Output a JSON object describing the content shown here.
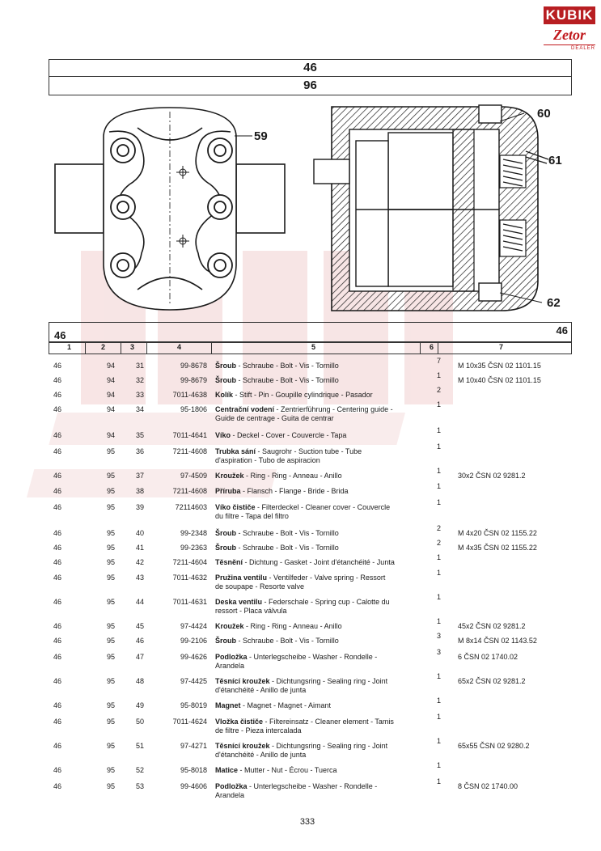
{
  "logo": {
    "brand": "KUBIK",
    "script": "Zetor",
    "sub": "DEALER"
  },
  "header": {
    "group": "46",
    "subgroup": "96"
  },
  "callouts": [
    "59",
    "60",
    "61",
    "62"
  ],
  "table": {
    "title_left": "46",
    "title_right": "46",
    "columns": [
      "1",
      "2",
      "3",
      "4",
      "5",
      "6",
      "7"
    ],
    "rows": [
      {
        "c1": "46",
        "c2": "94",
        "c3": "31",
        "c4": "99-8678",
        "name": "Šroub",
        "desc": " - Schraube - Bolt - Vis - Tornillo",
        "desc2": "",
        "qty": "7",
        "spec": "M 10x35 ČSN 02 1101.15"
      },
      {
        "c1": "46",
        "c2": "94",
        "c3": "32",
        "c4": "99-8679",
        "name": "Šroub",
        "desc": " - Schraube - Bolt - Vis - Tornillo",
        "desc2": "",
        "qty": "1",
        "spec": "M 10x40 ČSN 02 1101.15"
      },
      {
        "c1": "46",
        "c2": "94",
        "c3": "33",
        "c4": "7011-4638",
        "name": "Kolík",
        "desc": " - Stift - Pin - Goupille cylindrique - Pasador",
        "desc2": "",
        "qty": "2",
        "spec": ""
      },
      {
        "c1": "46",
        "c2": "94",
        "c3": "34",
        "c4": "95-1806",
        "name": "Centrační vodení",
        "desc": " - Zentrierführung - Centering guide -",
        "desc2": "Guide de centrage - Guita de centrar",
        "qty": "1",
        "spec": ""
      },
      {
        "c1": "46",
        "c2": "94",
        "c3": "35",
        "c4": "7011-4641",
        "name": "Víko",
        "desc": " - Deckel - Cover - Couvercle - Tapa",
        "desc2": "",
        "qty": "1",
        "spec": ""
      },
      {
        "c1": "46",
        "c2": "95",
        "c3": "36",
        "c4": "7211-4608",
        "name": "Trubka sání",
        "desc": " - Saugrohr - Suction tube - Tube",
        "desc2": "d'aspiration - Tubo de aspiracion",
        "qty": "1",
        "spec": ""
      },
      {
        "c1": "46",
        "c2": "95",
        "c3": "37",
        "c4": "97-4509",
        "name": "Kroužek",
        "desc": " - Ring - Ring - Anneau - Anillo",
        "desc2": "",
        "qty": "1",
        "spec": "30x2 ČSN 02 9281.2"
      },
      {
        "c1": "46",
        "c2": "95",
        "c3": "38",
        "c4": "7211-4608",
        "name": "Příruba",
        "desc": " - Flansch - Flange - Bride - Brida",
        "desc2": "",
        "qty": "1",
        "spec": ""
      },
      {
        "c1": "46",
        "c2": "95",
        "c3": "39",
        "c4": "72114603",
        "name": "Víko čističe",
        "desc": " - Filterdeckel - Cleaner cover - Couvercle",
        "desc2": "du filtre - Tapa del filtro",
        "qty": "1",
        "spec": ""
      },
      {
        "c1": "46",
        "c2": "95",
        "c3": "40",
        "c4": "99-2348",
        "name": "Šroub",
        "desc": " - Schraube - Bolt - Vis - Tornillo",
        "desc2": "",
        "qty": "2",
        "spec": "M 4x20 ČSN 02 1155.22"
      },
      {
        "c1": "46",
        "c2": "95",
        "c3": "41",
        "c4": "99-2363",
        "name": "Šroub",
        "desc": " - Schraube - Bolt - Vis - Tornillo",
        "desc2": "",
        "qty": "2",
        "spec": "M 4x35 ČSN 02 1155.22"
      },
      {
        "c1": "46",
        "c2": "95",
        "c3": "42",
        "c4": "7211-4604",
        "name": "Těsnění",
        "desc": " - Dichtung - Gasket - Joint d'étanchéité - Junta",
        "desc2": "",
        "qty": "1",
        "spec": ""
      },
      {
        "c1": "46",
        "c2": "95",
        "c3": "43",
        "c4": "7011-4632",
        "name": "Pružina ventilu",
        "desc": " - Ventilfeder - Valve spring - Ressort",
        "desc2": "de soupape - Resorte valve",
        "qty": "1",
        "spec": ""
      },
      {
        "c1": "46",
        "c2": "95",
        "c3": "44",
        "c4": "7011-4631",
        "name": "Deska ventilu",
        "desc": " - Federschale - Spring cup - Calotte du",
        "desc2": "ressort - Placa válvula",
        "qty": "1",
        "spec": ""
      },
      {
        "c1": "46",
        "c2": "95",
        "c3": "45",
        "c4": "97-4424",
        "name": "Kroužek",
        "desc": " - Ring - Ring - Anneau - Anillo",
        "desc2": "",
        "qty": "1",
        "spec": "45x2 ČSN 02 9281.2"
      },
      {
        "c1": "46",
        "c2": "95",
        "c3": "46",
        "c4": "99-2106",
        "name": "Šroub",
        "desc": " - Schraube - Bolt - Vis - Tornillo",
        "desc2": "",
        "qty": "3",
        "spec": "M 8x14 ČSN 02 1143.52"
      },
      {
        "c1": "46",
        "c2": "95",
        "c3": "47",
        "c4": "99-4626",
        "name": "Podložka",
        "desc": " - Unterlegscheibe - Washer - Rondelle -",
        "desc2": "Arandela",
        "qty": "3",
        "spec": "6 ČSN 02 1740.02"
      },
      {
        "c1": "46",
        "c2": "95",
        "c3": "48",
        "c4": "97-4425",
        "name": "Těsnící kroužek",
        "desc": " - Dichtungsring - Sealing ring - Joint",
        "desc2": "d'étanchéité - Anillo de junta",
        "qty": "1",
        "spec": "65x2 ČSN 02 9281.2"
      },
      {
        "c1": "46",
        "c2": "95",
        "c3": "49",
        "c4": "95-8019",
        "name": "Magnet",
        "desc": " - Magnet - Magnet - Aimant",
        "desc2": "",
        "qty": "1",
        "spec": ""
      },
      {
        "c1": "46",
        "c2": "95",
        "c3": "50",
        "c4": "7011-4624",
        "name": "Vložka čističe",
        "desc": " - Filtereinsatz - Cleaner element - Tamis",
        "desc2": "de filtre - Pieza intercalada",
        "qty": "1",
        "spec": ""
      },
      {
        "c1": "46",
        "c2": "95",
        "c3": "51",
        "c4": "97-4271",
        "name": "Těsnící kroužek",
        "desc": " - Dichtungsring - Sealing ring - Joint",
        "desc2": "d'étanchéité - Anillo de junta",
        "qty": "1",
        "spec": "65x55 ČSN 02 9280.2"
      },
      {
        "c1": "46",
        "c2": "95",
        "c3": "52",
        "c4": "95-8018",
        "name": "Matice",
        "desc": " - Mutter - Nut - Écrou - Tuerca",
        "desc2": "",
        "qty": "1",
        "spec": ""
      },
      {
        "c1": "46",
        "c2": "95",
        "c3": "53",
        "c4": "99-4606",
        "name": "Podložka",
        "desc": " - Unterlegscheibe - Washer - Rondelle -",
        "desc2": "Arandela",
        "qty": "1",
        "spec": "8 ČSN 02 1740.00"
      }
    ]
  },
  "page_number": "333"
}
